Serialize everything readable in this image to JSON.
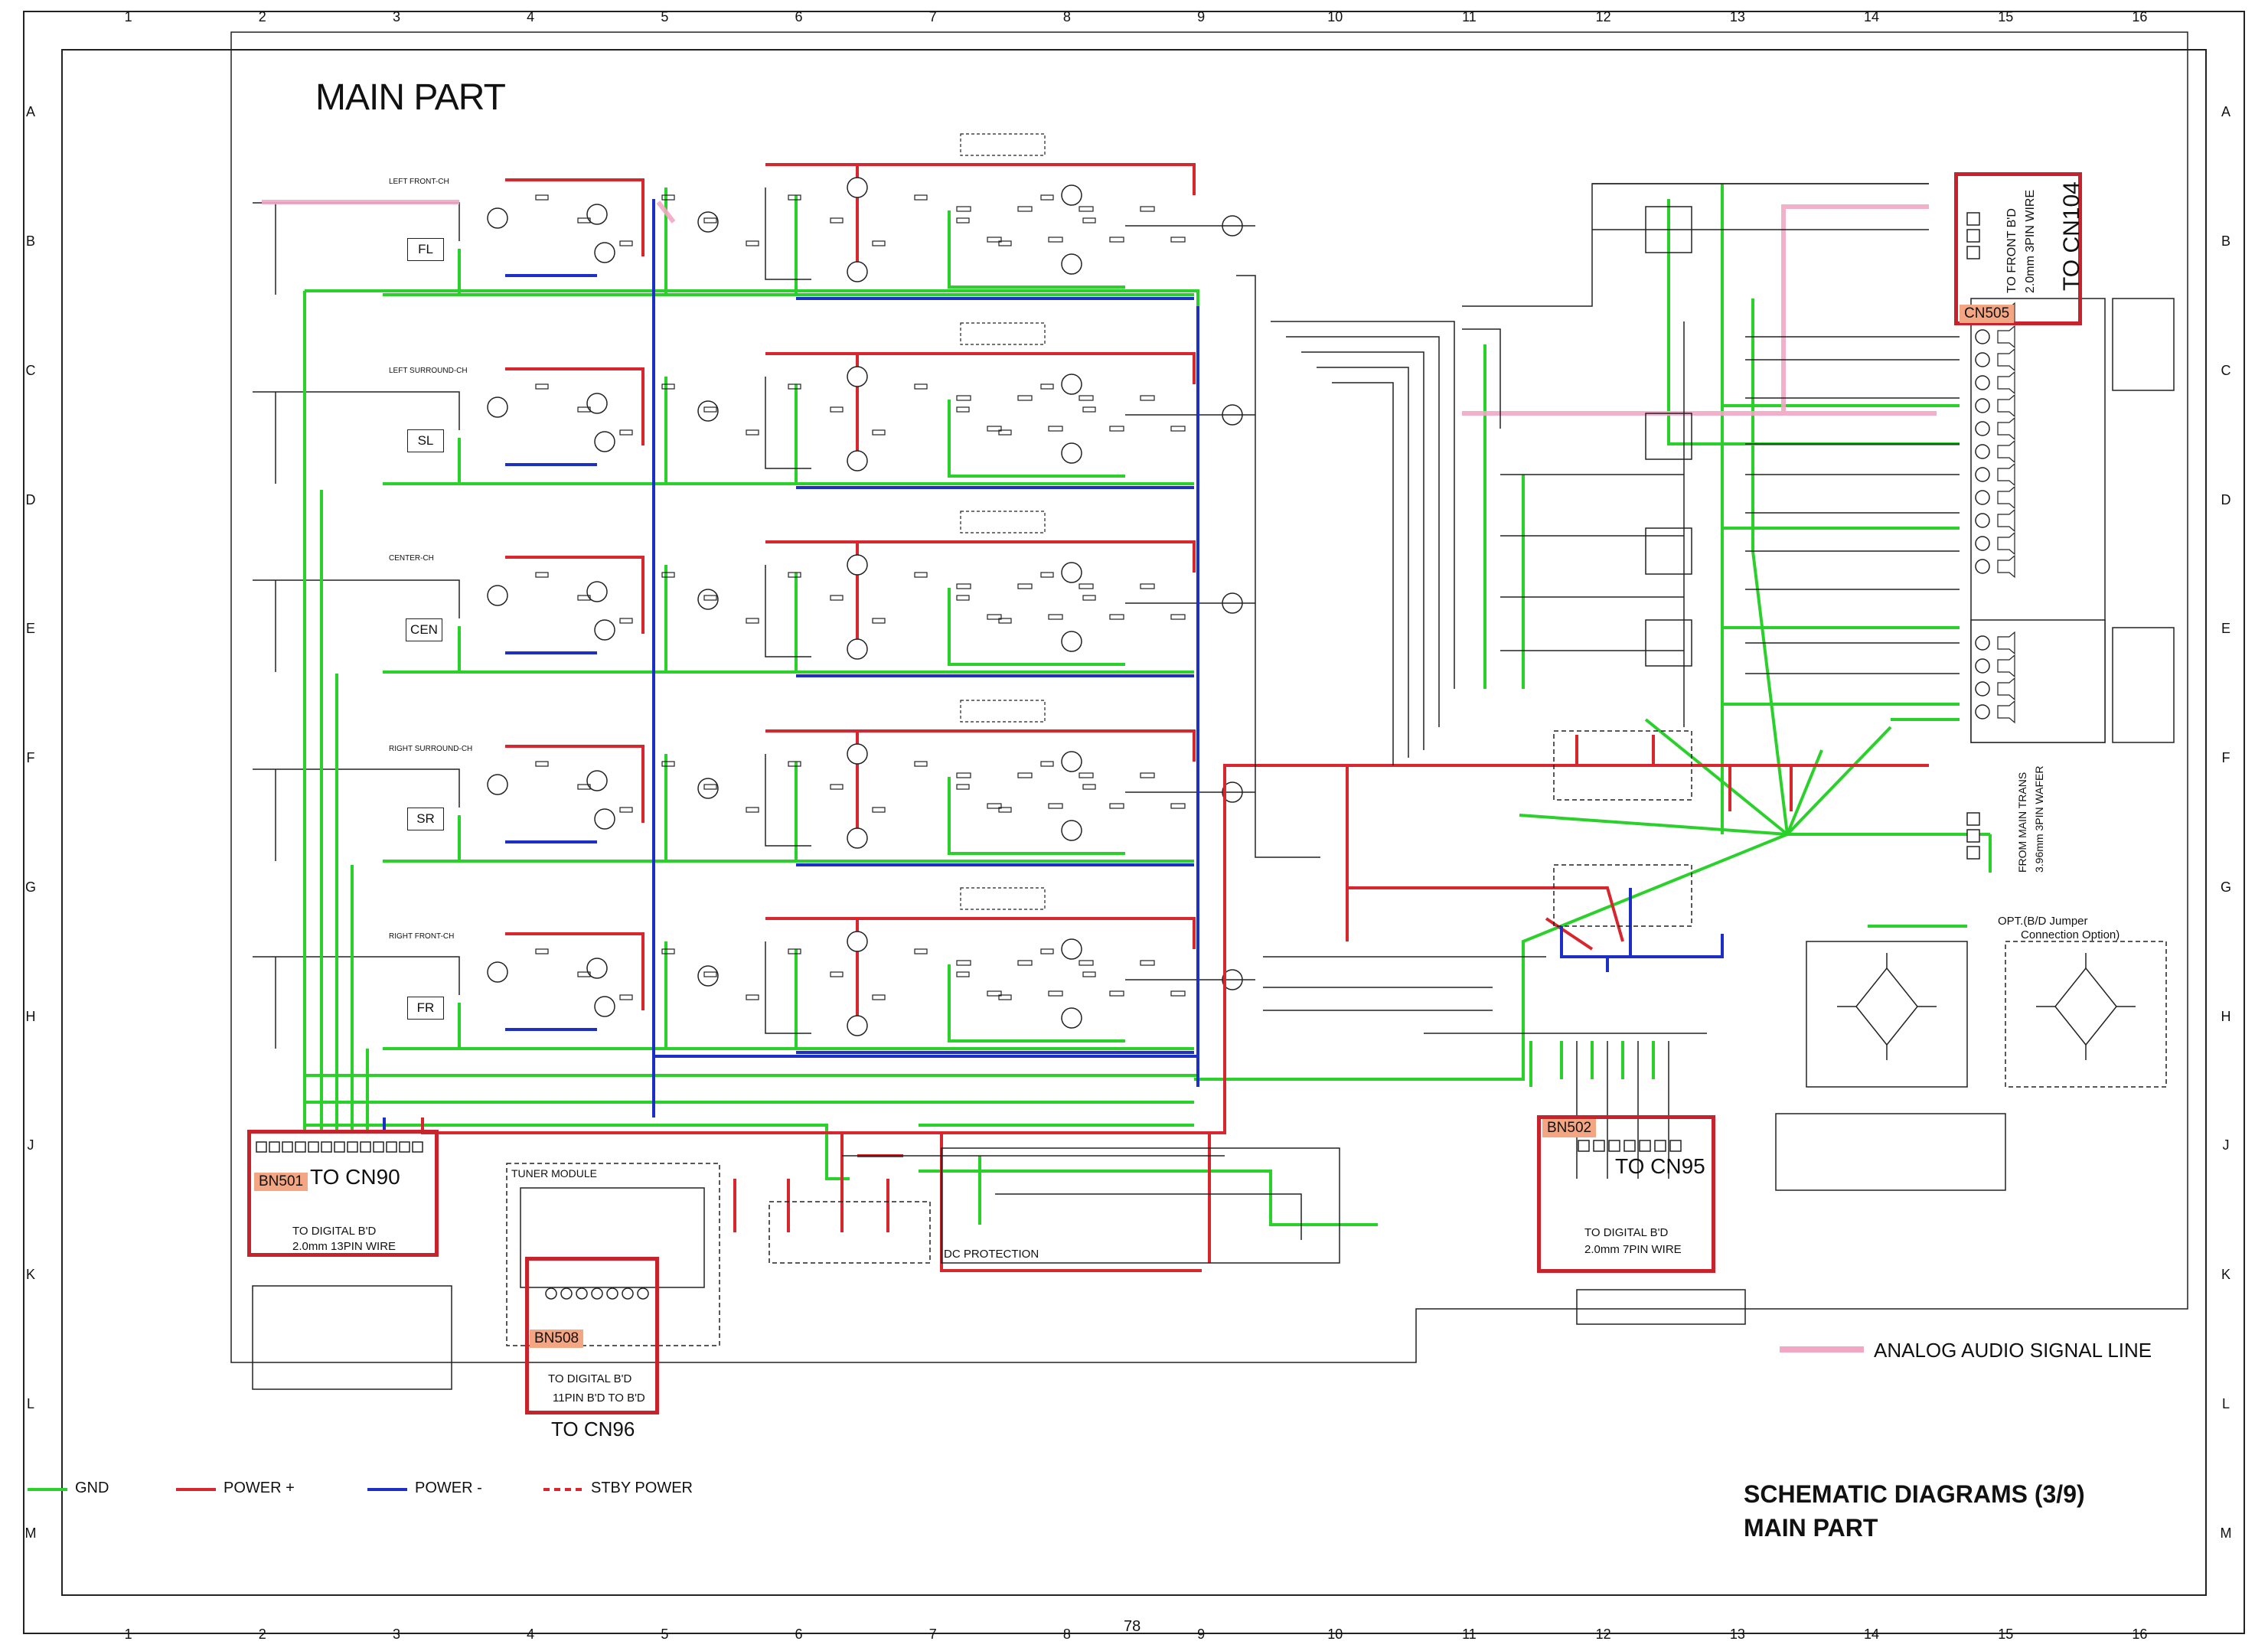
{
  "grid": {
    "columns": [
      "1",
      "2",
      "3",
      "4",
      "5",
      "6",
      "7",
      "8",
      "9",
      "10",
      "11",
      "12",
      "13",
      "14",
      "15",
      "16"
    ],
    "rows": [
      "A",
      "B",
      "C",
      "D",
      "E",
      "F",
      "G",
      "H",
      "J",
      "K",
      "L",
      "M"
    ]
  },
  "title": "MAIN PART",
  "channels": [
    "FL",
    "SL",
    "CEN",
    "SR",
    "FR"
  ],
  "channel_headings": [
    "LEFT FRONT-CH",
    "LEFT SURROUND-CH",
    "CENTER-CH",
    "RIGHT SURROUND-CH",
    "RIGHT FRONT-CH"
  ],
  "connectors": {
    "cn104": {
      "tag": "CN505",
      "title": "TO CN104",
      "desc1": "TO FRONT B'D",
      "desc2": "2.0mm 3PIN WIRE"
    },
    "cn90": {
      "tag": "BN501",
      "title": "TO CN90",
      "desc1": "TO DIGITAL B'D",
      "desc2": "2.0mm 13PIN WIRE"
    },
    "cn95": {
      "tag": "BN502",
      "title": "TO CN95",
      "desc1": "TO DIGITAL B'D",
      "desc2": "2.0mm 7PIN WIRE"
    },
    "cn96": {
      "tag": "BN508",
      "title": "TO CN96",
      "desc1": "TO DIGITAL B'D",
      "desc2": "11PIN B'D TO B'D"
    }
  },
  "labels": {
    "tuner_module": "TUNER MODULE",
    "dc_protection": "DC PROTECTION",
    "main_trans": "FROM MAIN TRANS",
    "main_trans_2": "3.96mm 3PIN WAFER",
    "opt_jumper": "OPT.(B/D Jumper",
    "opt_jumper_2": "Connection Option)",
    "page_number": "78",
    "analog_signal_line": "ANALOG AUDIO SIGNAL LINE"
  },
  "legend": {
    "gnd": "GND",
    "power_plus": "POWER +",
    "power_minus": "POWER -",
    "stby_power": "STBY POWER"
  },
  "footer": {
    "line1": "SCHEMATIC DIAGRAMS (3/9)",
    "line2": "MAIN PART"
  },
  "colors": {
    "gnd": "#2bd12b",
    "power_plus": "#d8262e",
    "power_minus": "#1c2fc6",
    "analog": "#f2a7c4",
    "box": "#c8232c",
    "tag": "#f4a582"
  }
}
